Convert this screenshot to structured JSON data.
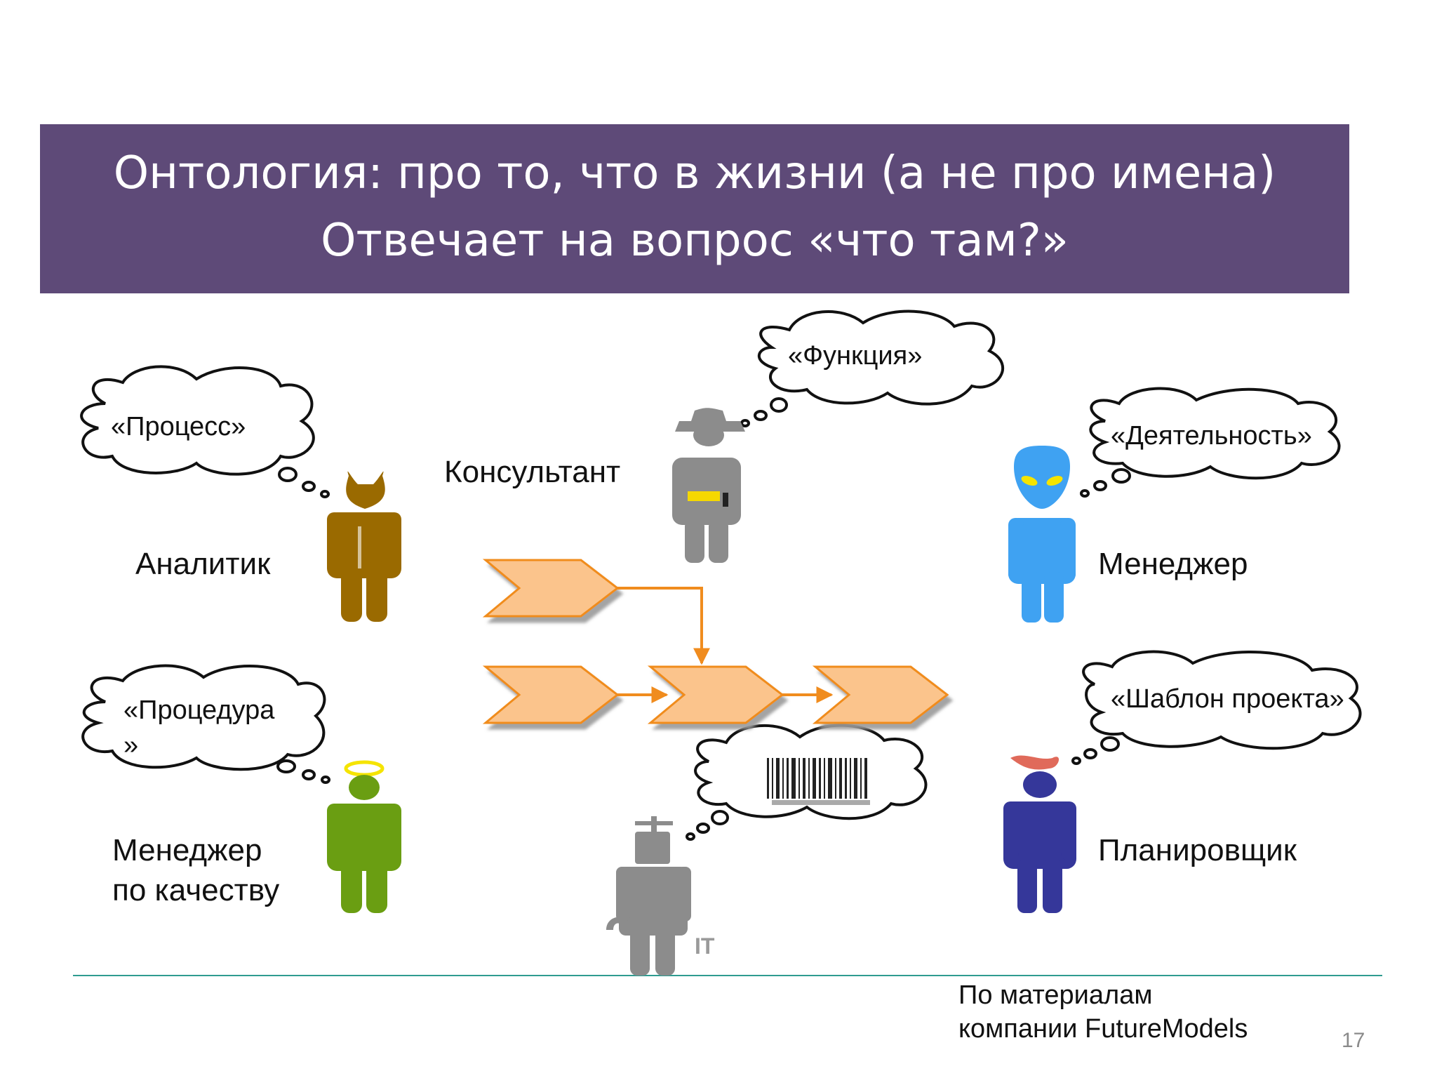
{
  "header": {
    "line1": "Онтология: про то, что в жизни (а не про имена)",
    "line2": "Отвечает на вопрос «что там?»"
  },
  "roles": {
    "analyst": {
      "label": "Аналитик",
      "thought": "«Процесс»",
      "color": "#9a6a00"
    },
    "consultant": {
      "label": "Консультант",
      "thought": "«Функция»",
      "color": "#8c8c8c"
    },
    "manager": {
      "label": "Менеджер",
      "thought": "«Деятельность»",
      "color": "#3fa2f2"
    },
    "quality_manager": {
      "label_line1": "Менеджер",
      "label_line2": "по качеству",
      "thought_line1": "«Процедура",
      "thought_line2": "»",
      "color": "#6a9e12"
    },
    "planner": {
      "label": "Планировщик",
      "thought": "«Шаблон проекта»",
      "color": "#35379a"
    },
    "it": {
      "label": "IT",
      "color": "#8c8c8c"
    }
  },
  "process_colors": {
    "fill": "#fbc48c",
    "edge": "#f08c1e",
    "shadow": "#9a9a9a"
  },
  "source": {
    "line1": "По материалам",
    "line2": "компании FutureModels"
  },
  "page_number": "17"
}
